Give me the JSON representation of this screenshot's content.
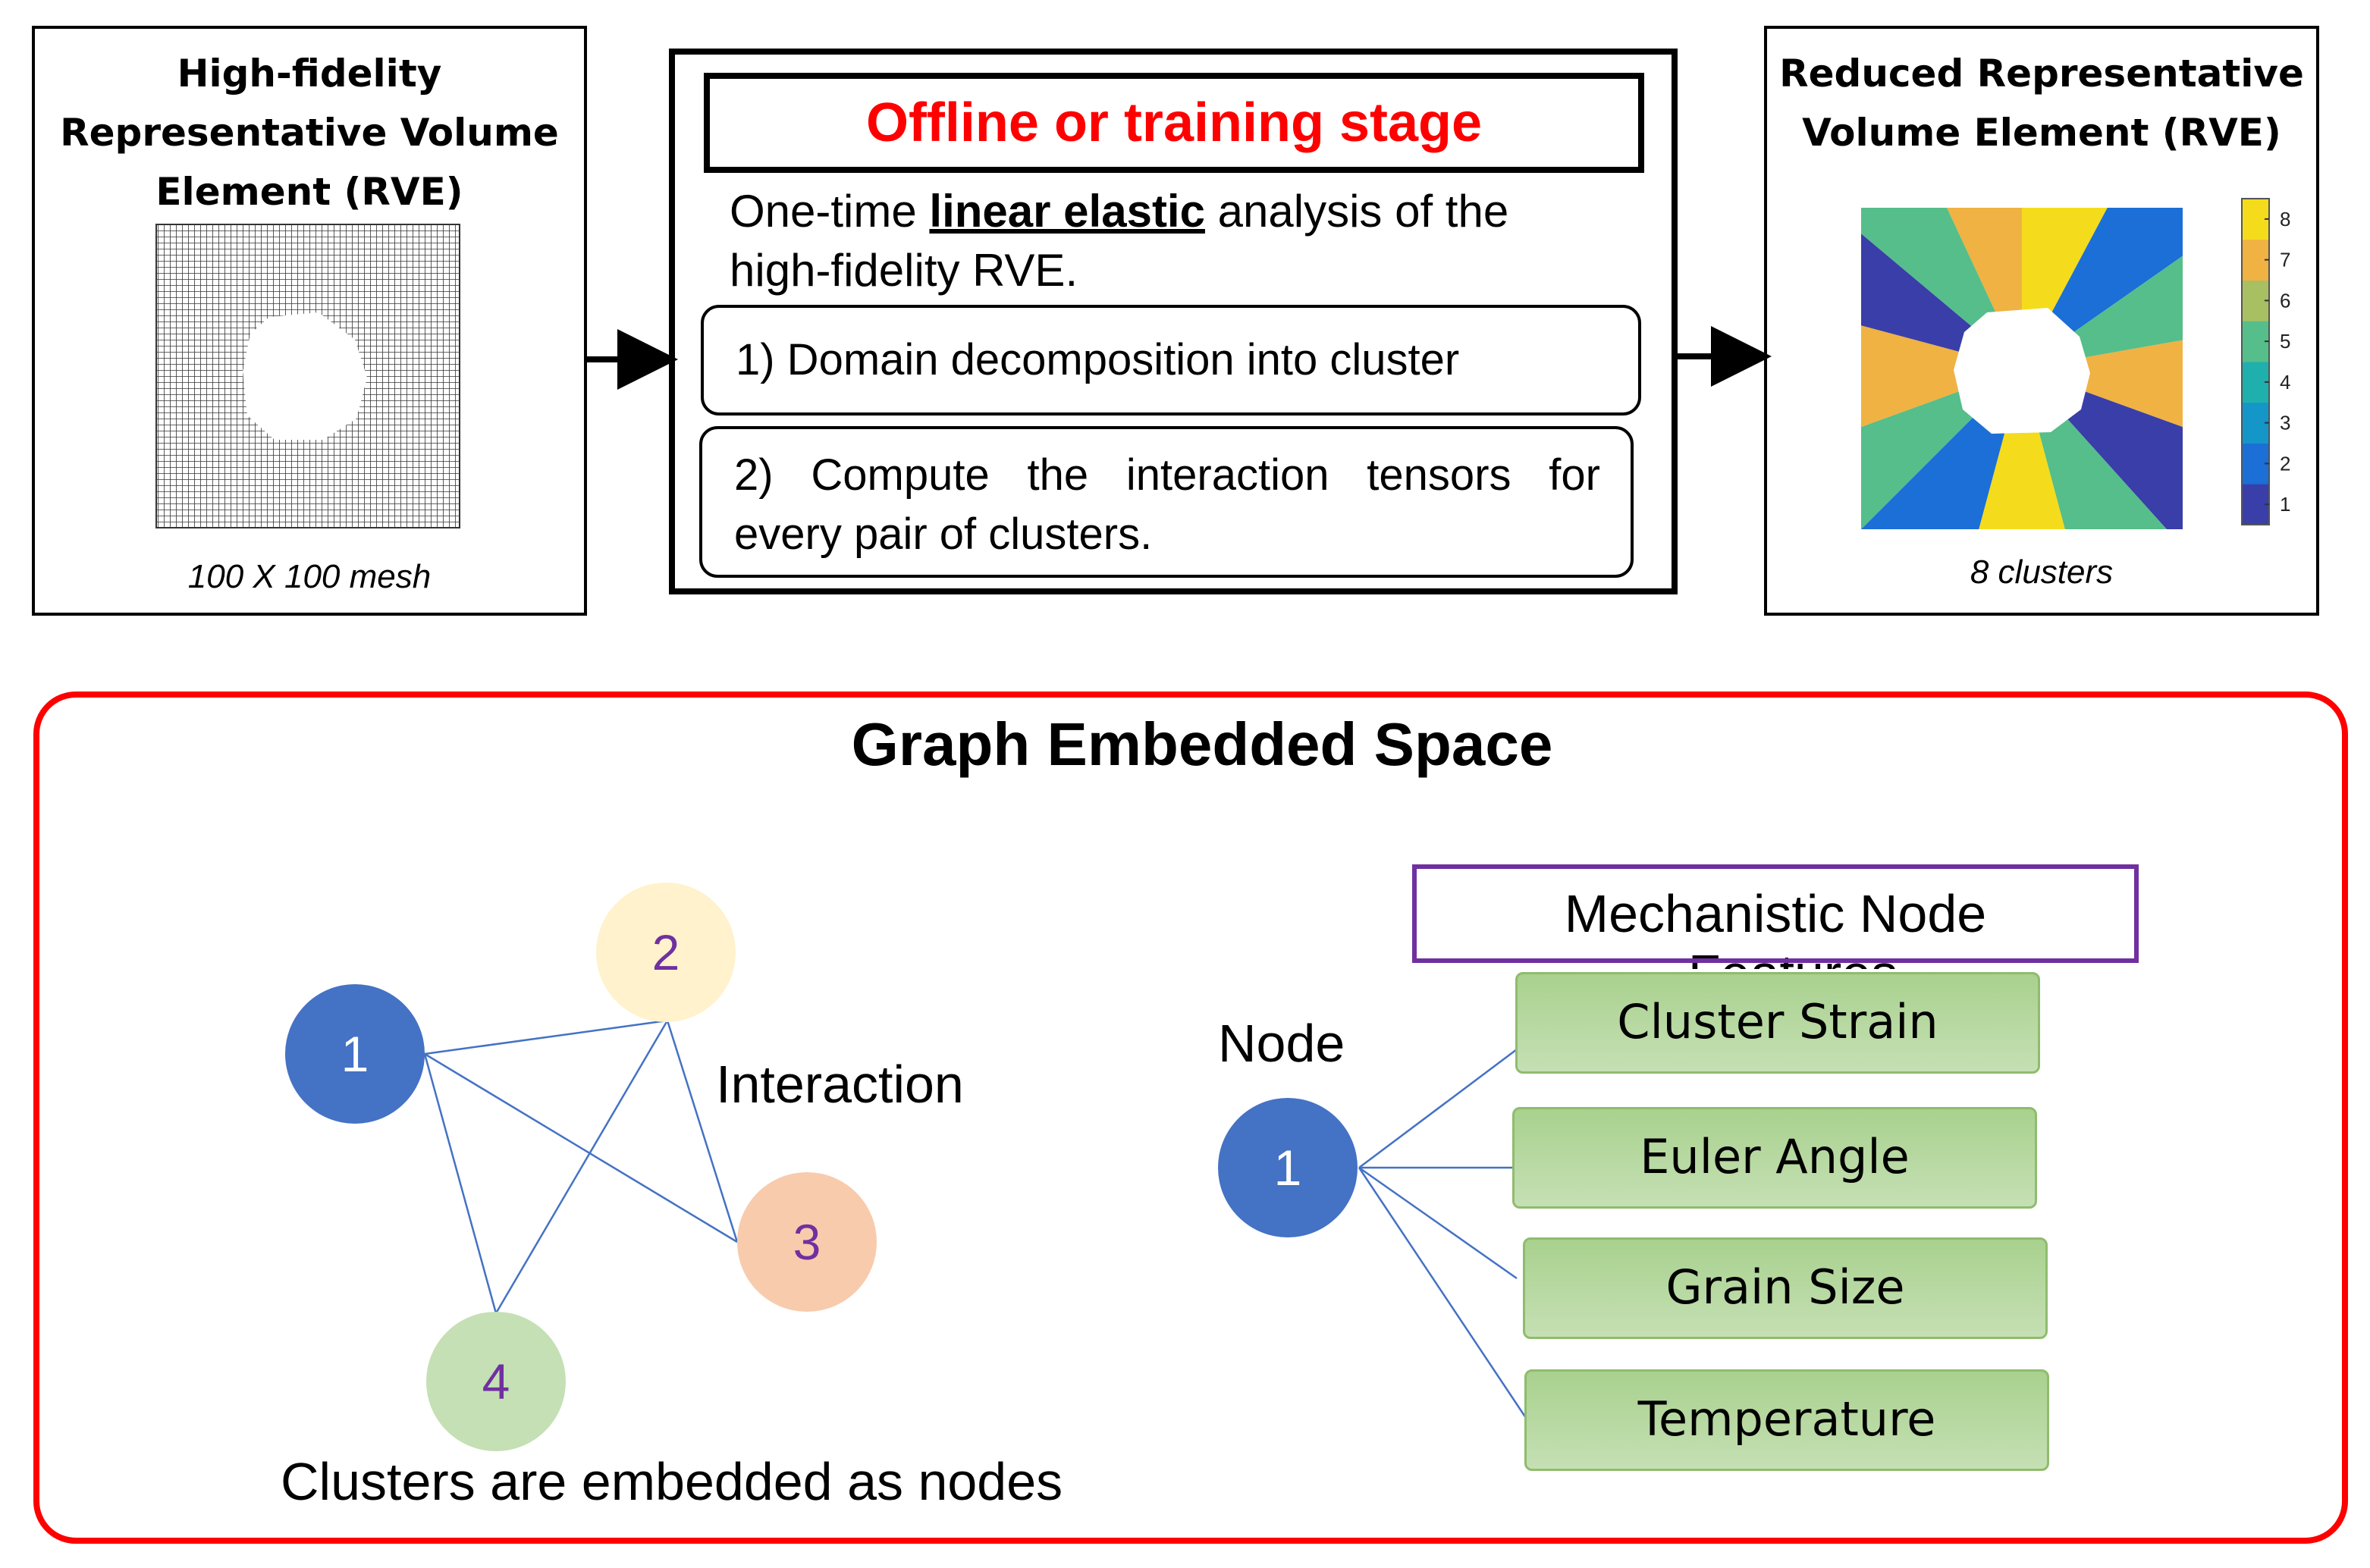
{
  "top": {
    "hifi": {
      "title_lines": [
        "High-fidelity",
        "Representative Volume",
        "Element (RVE)"
      ],
      "caption": "100 X 100 mesh"
    },
    "offline": {
      "heading": "Offline or training stage",
      "desc_prefix": "One-time ",
      "desc_emph": "linear elastic",
      "desc_suffix": " analysis of the",
      "desc_line2": "high-fidelity RVE.",
      "step1": "1) Domain decomposition into cluster",
      "step2_line1": "2) Compute the interaction tensors for",
      "step2_line2": "every pair of clusters."
    },
    "reduced": {
      "title_lines": [
        "Reduced Representative",
        "Volume Element (RVE)"
      ],
      "caption": "8 clusters",
      "colorbar_ticks": [
        "8",
        "7",
        "6",
        "5",
        "4",
        "3",
        "2",
        "1"
      ],
      "palette": [
        "#3a3ea8",
        "#1b6fd6",
        "#1496c8",
        "#1fb0ad",
        "#55be8a",
        "#a8bf62",
        "#efb243",
        "#f4dc1c"
      ]
    }
  },
  "graph": {
    "title": "Graph Embedded Space",
    "nodes": [
      {
        "label": "1",
        "color": "#4472c4"
      },
      {
        "label": "2",
        "color": "#fff2cc"
      },
      {
        "label": "3",
        "color": "#f8cbad"
      },
      {
        "label": "4",
        "color": "#c5e0b4"
      }
    ],
    "interaction_label": "Interaction",
    "clusters_caption": "Clusters are embedded as nodes",
    "mechanistic_label": "Mechanistic Node",
    "mechanistic_overflow": "Features",
    "node_label": "Node",
    "feature_node": "1",
    "features": [
      "Cluster Strain",
      "Euler Angle",
      "Grain Size",
      "Temperature"
    ],
    "colors": {
      "frame": "#ff0000",
      "heading": "#ff0000",
      "mech_border": "#7030a0",
      "node_number": "#7030a0",
      "edge": "#4472c4"
    }
  }
}
